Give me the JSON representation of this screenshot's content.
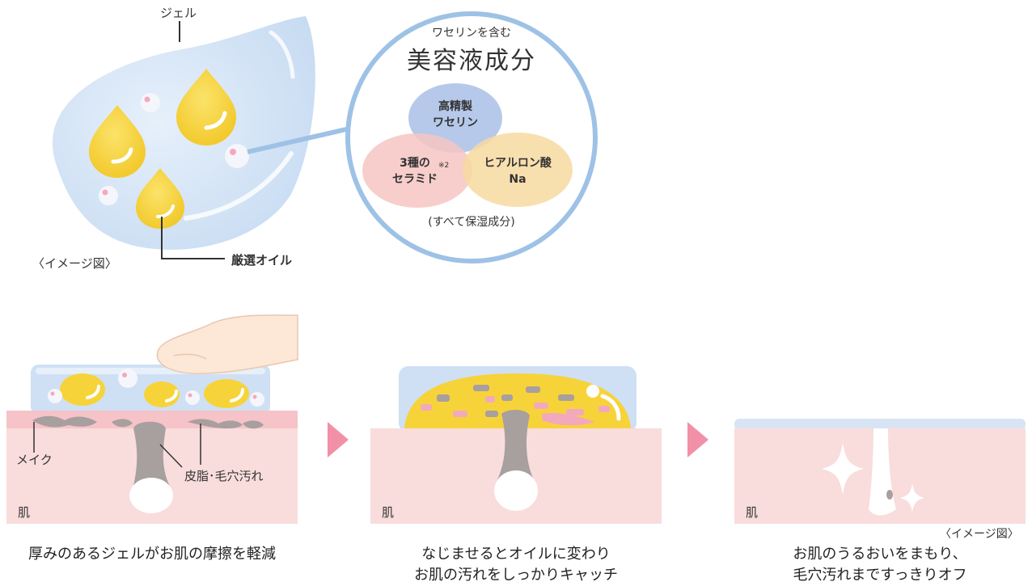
{
  "top": {
    "gel_label": "ジェル",
    "oil_label": "厳選オイル",
    "image_note": "〈イメージ図〉",
    "circle": {
      "subtitle": "ワセリンを含む",
      "title": "美容液成分",
      "ingredient_1": [
        "高精製",
        "ワセリン"
      ],
      "ingredient_2": [
        "3種の",
        "セラミド"
      ],
      "ingredient_2_note": "※2",
      "ingredient_3": [
        "ヒアルロン酸",
        "Na"
      ],
      "footnote": "(すべて保湿成分)"
    }
  },
  "steps": [
    {
      "skin_label": "肌",
      "makeup_label": "メイク",
      "sebum_label": "皮脂･毛穴汚れ",
      "caption": [
        "厚みのあるジェルがお肌の摩擦を軽減"
      ]
    },
    {
      "skin_label": "肌",
      "caption": [
        "なじませるとオイルに変わり",
        "お肌の汚れをしっかりキャッチ"
      ]
    },
    {
      "skin_label": "肌",
      "image_note": "〈イメージ図〉",
      "caption": [
        "お肌のうるおいをまもり、",
        "毛穴汚れまですっきりオフ"
      ]
    }
  ],
  "colors": {
    "gel": "#cfe0f4",
    "oil": "#f7d33a",
    "skin": "#f9dcdc",
    "skin_surface": "#f6c3c9",
    "dirt": "#a89f9f",
    "arrow": "#f190a7",
    "circle_border": "#9ec2e6",
    "vaseline": "#a9bfe6",
    "ceramide": "#f6c6c2",
    "hyaluronic": "#f7d9a0"
  }
}
